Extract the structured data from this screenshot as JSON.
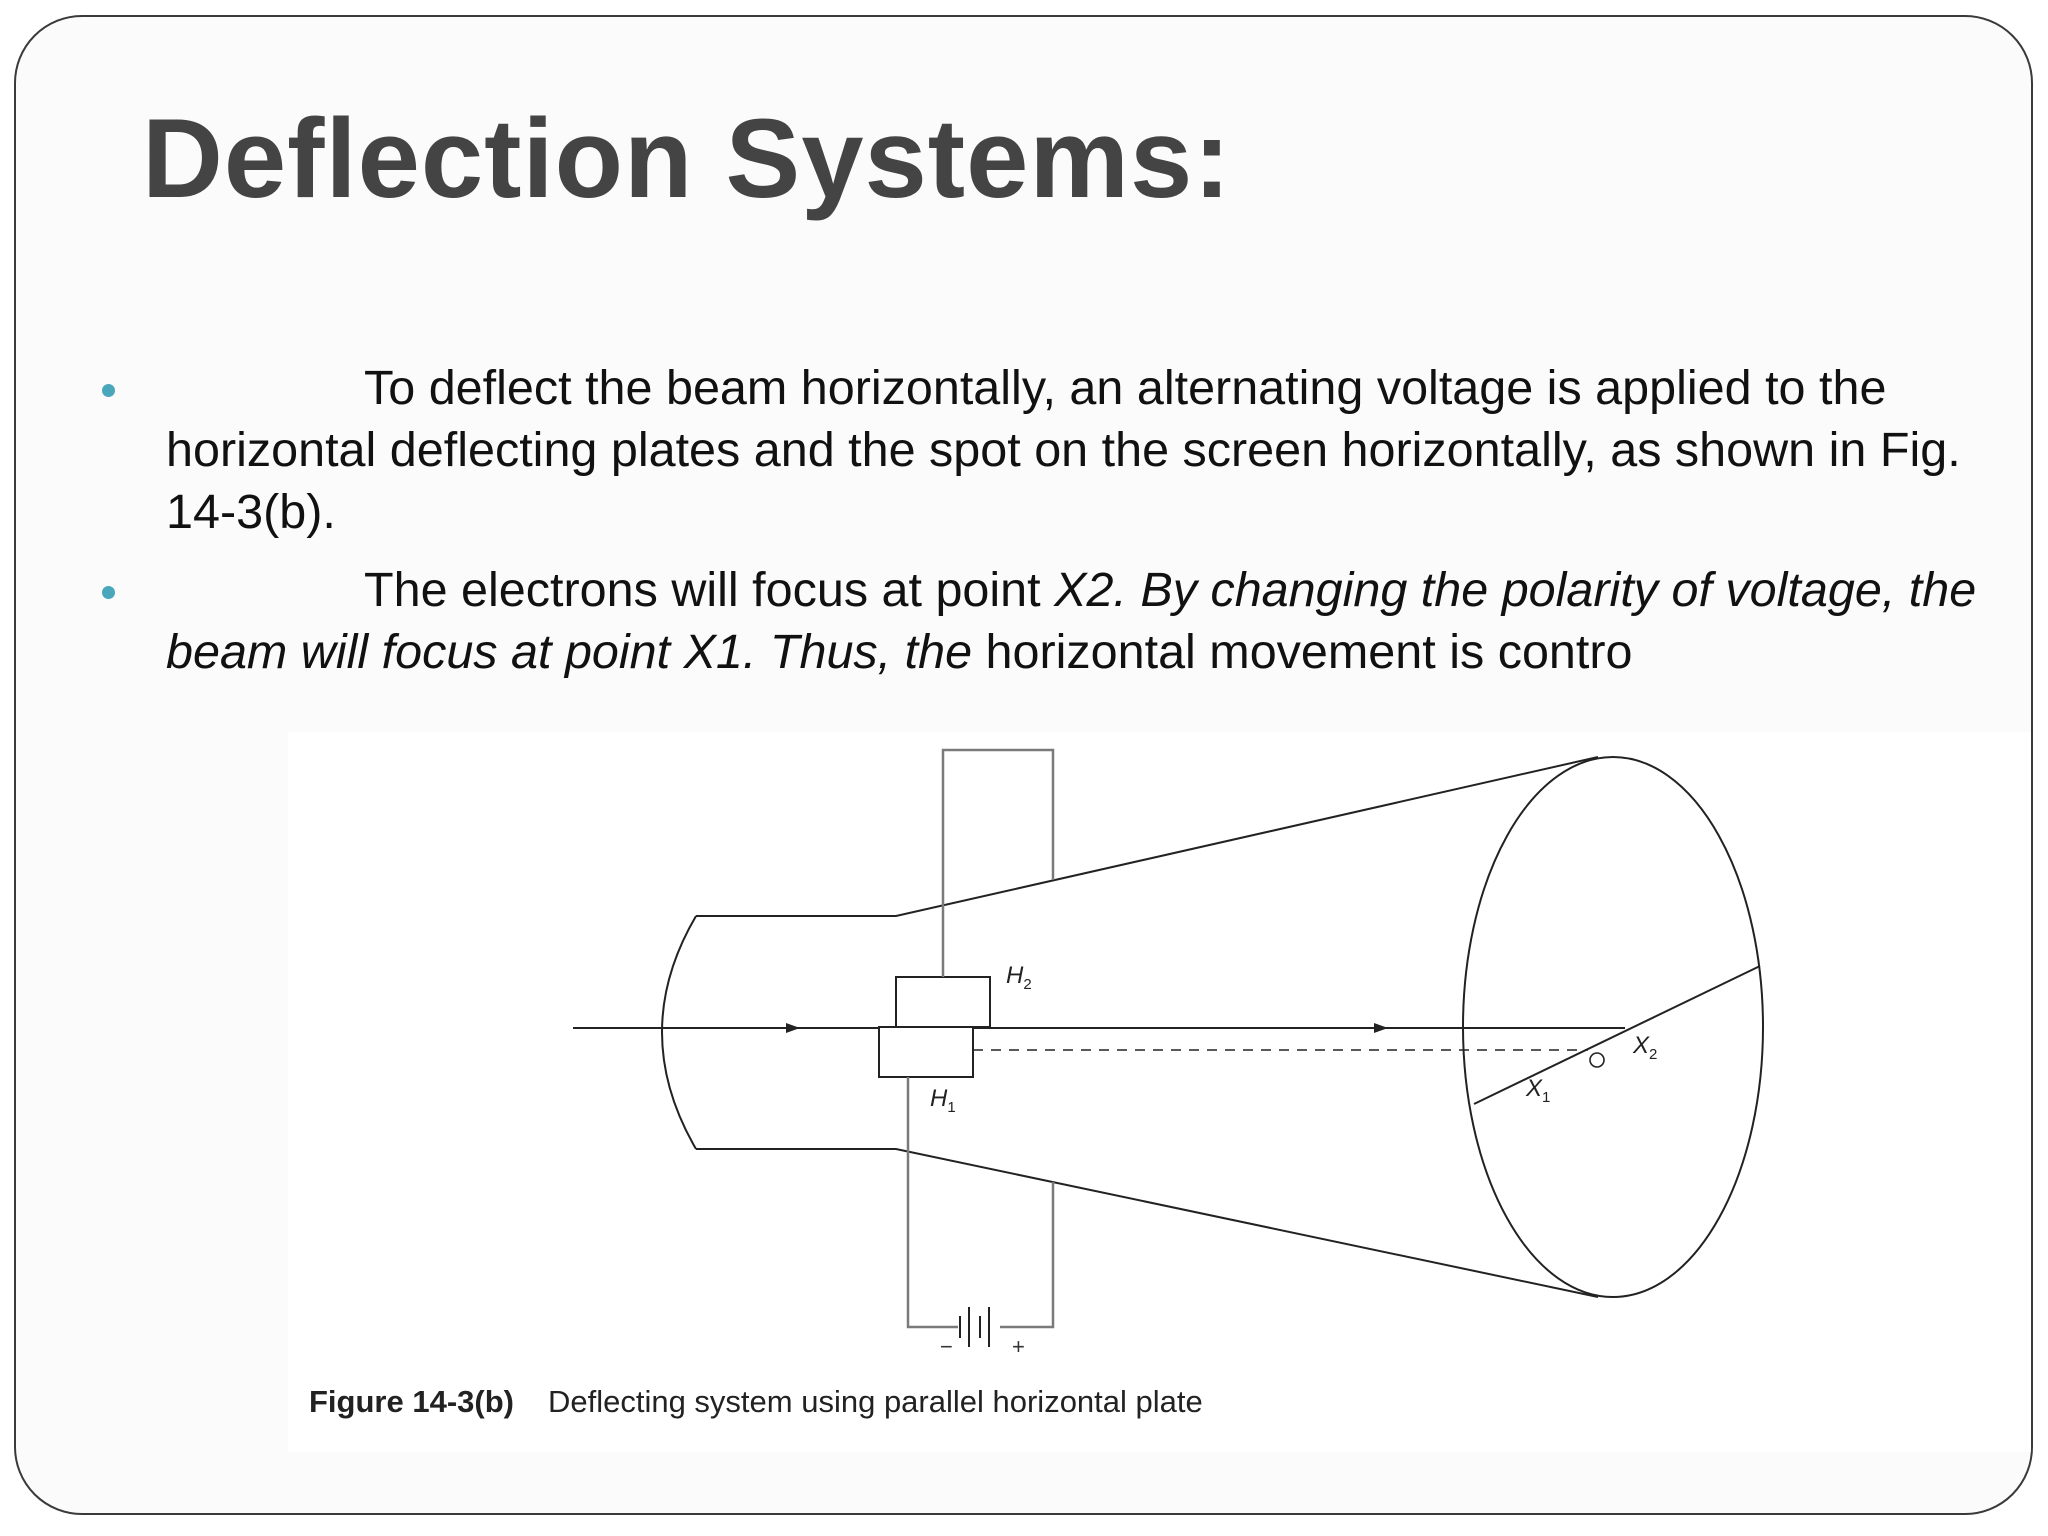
{
  "slide": {
    "title": "Deflection Systems:",
    "bullets": [
      {
        "parts": [
          {
            "text": "To deflect the beam horizontally, an alternating voltage is applied to the horizontal deflecting plates and the spot on the screen horizontally, as shown in Fig. 14-3(b).",
            "italic": false
          }
        ]
      },
      {
        "parts": [
          {
            "text": "The electrons will focus at point ",
            "italic": false
          },
          {
            "text": "X2. By changing the polarity of voltage, the beam will focus at point X1. Thus, the",
            "italic": true
          },
          {
            "text": " horizontal movement is contro",
            "italic": false
          }
        ]
      }
    ]
  },
  "figure": {
    "labels": {
      "h2": "H",
      "h2_sub": "2",
      "h1": "H",
      "h1_sub": "1",
      "x2": "X",
      "x2_sub": "2",
      "x1": "X",
      "x1_sub": "1",
      "origin": "O",
      "minus": "−",
      "plus": "+"
    },
    "caption_label": "Figure 14-3(b)",
    "caption_text": "Deflecting system using parallel horizontal plate"
  },
  "colors": {
    "title": "#444444",
    "bullet": "#4aa6bb",
    "border": "#3a3a3a"
  }
}
